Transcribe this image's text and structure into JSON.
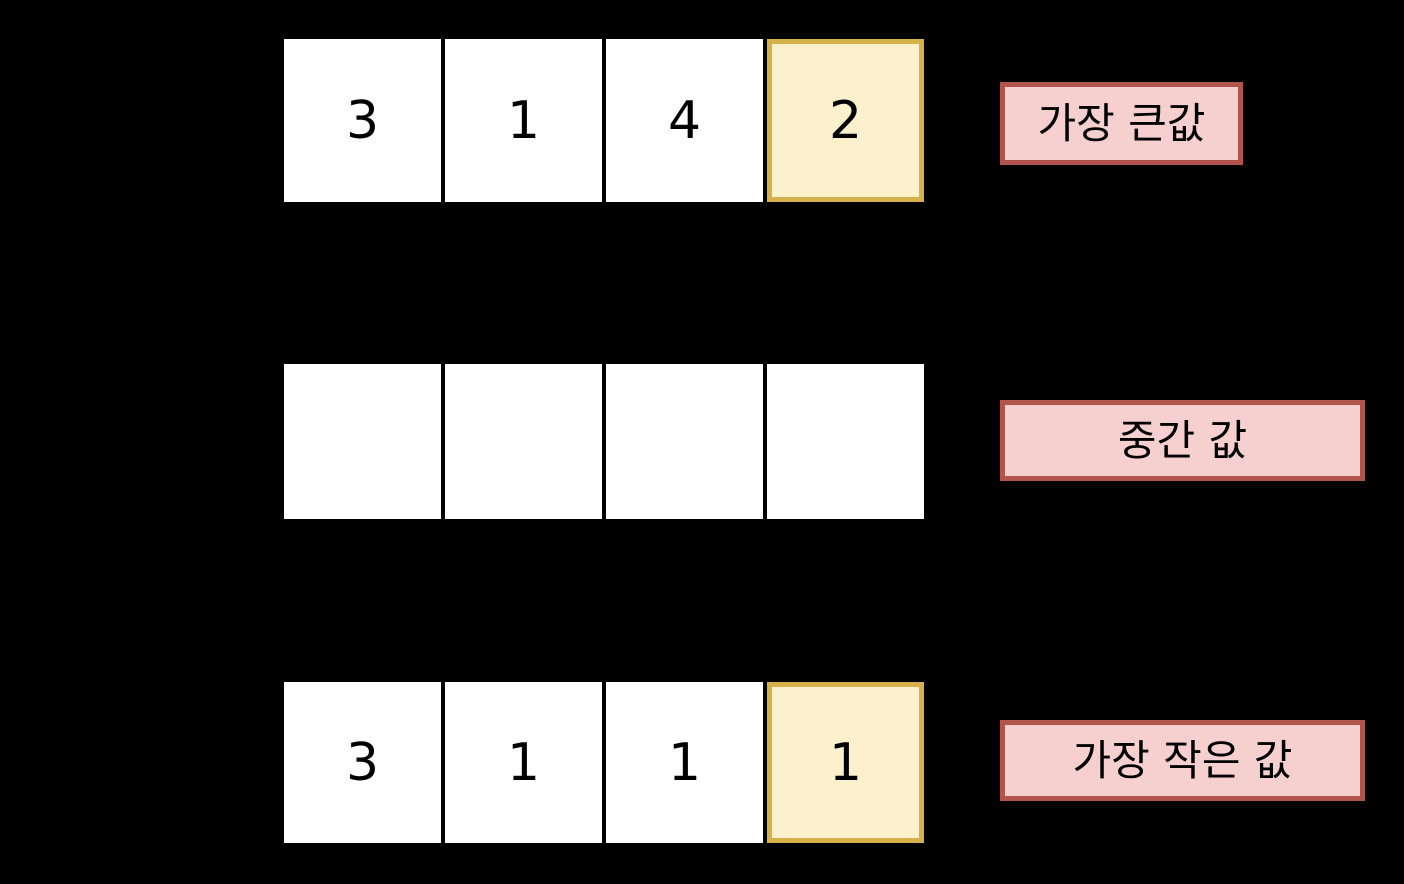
{
  "diagram": {
    "title": "array-comparison-diagram",
    "background_color": "#000000",
    "cell_fill": "#ffffff",
    "cell_text_color": "#000000",
    "highlight_fill": "#fdf0cd",
    "highlight_border": "#d6b14a",
    "label_fill": "#f6cfcf",
    "label_border": "#b0544c"
  },
  "rows": [
    {
      "id": "top",
      "cells": [
        {
          "value": "3",
          "highlighted": false
        },
        {
          "value": "1",
          "highlighted": false
        },
        {
          "value": "4",
          "highlighted": false
        },
        {
          "value": "2",
          "highlighted": true
        }
      ],
      "label": "가장 큰값"
    },
    {
      "id": "middle",
      "cells": [
        {
          "value": "",
          "highlighted": false
        },
        {
          "value": "",
          "highlighted": false
        },
        {
          "value": "",
          "highlighted": false
        },
        {
          "value": "",
          "highlighted": false
        }
      ],
      "label": "중간 값"
    },
    {
      "id": "bottom",
      "cells": [
        {
          "value": "3",
          "highlighted": false
        },
        {
          "value": "1",
          "highlighted": false
        },
        {
          "value": "1",
          "highlighted": false
        },
        {
          "value": "1",
          "highlighted": true
        }
      ],
      "label": "가장 작은 값"
    }
  ]
}
